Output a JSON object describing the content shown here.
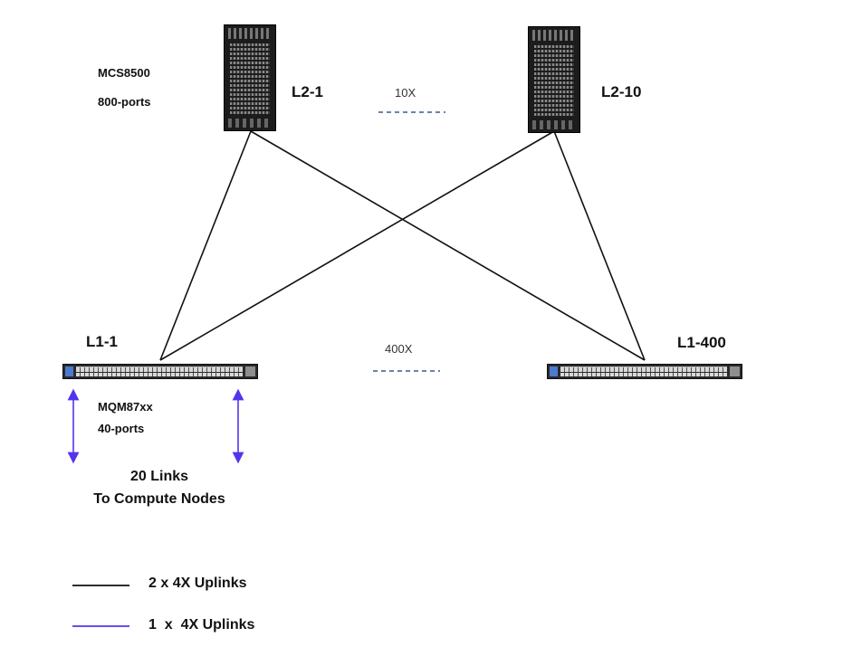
{
  "diagram": {
    "l2_model": "MCS8500",
    "l2_ports": "800-ports",
    "l2_first": "L2-1",
    "l2_last": "L2-10",
    "l2_count": "10X",
    "l1_first": "L1-1",
    "l1_last": "L1-400",
    "l1_count": "400X",
    "l1_model": "MQM87xx",
    "l1_ports": "40-ports",
    "compute_links_line1": "20 Links",
    "compute_links_line2": "To Compute Nodes"
  },
  "legend": {
    "black_line_label": "2 x 4X Uplinks",
    "blue_line_label": "1  x  4X Uplinks"
  },
  "colors": {
    "uplink_black": "#111111",
    "uplink_blue": "#5533ee",
    "dashed": "#3a5a8a"
  }
}
